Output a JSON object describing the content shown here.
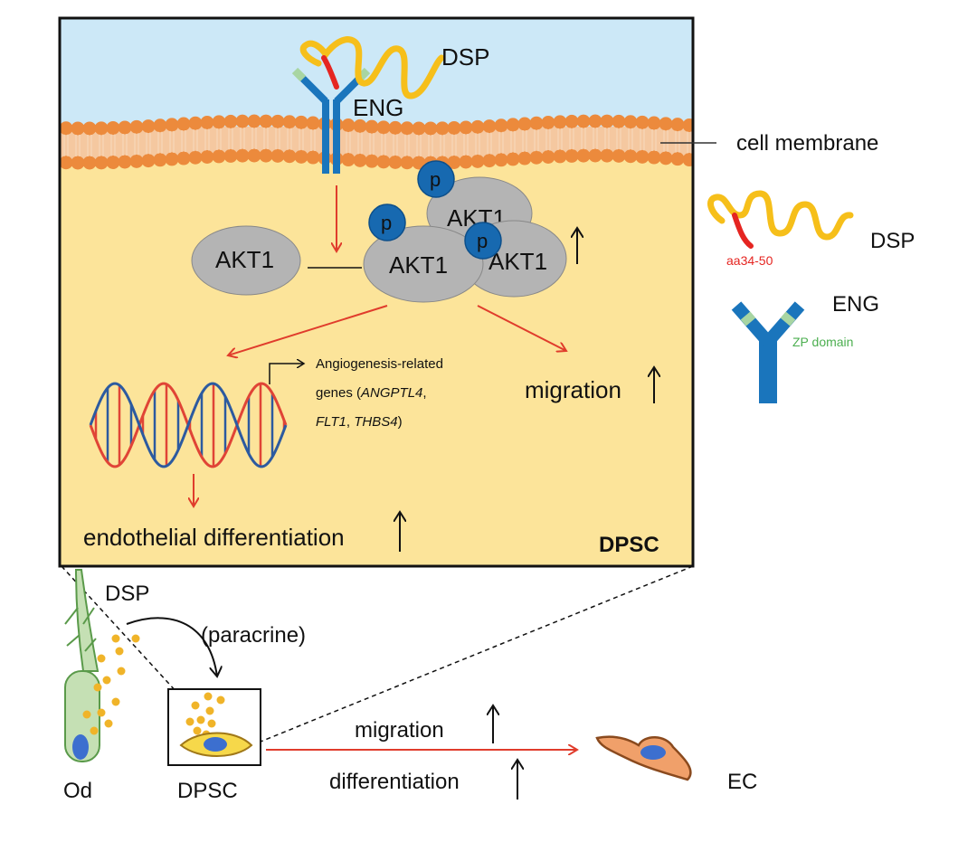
{
  "labels": {
    "dsp_top": "DSP",
    "eng_top": "ENG",
    "cell_membrane": "cell membrane",
    "akt1_free": "AKT1",
    "akt1_a": "AKT1",
    "akt1_b": "AKT1",
    "akt1_c": "AKT1",
    "p1": "p",
    "p2": "p",
    "p3": "p",
    "genes_line1": "Angiogenesis-related",
    "genes_line2_pre": "genes (",
    "genes_angptl4": "ANGPTL4",
    "genes_comma1": ",",
    "genes_flt1": "FLT1",
    "genes_comma2": ", ",
    "genes_thbs4": "THBS4",
    "genes_close": ")",
    "migration_inner": "migration",
    "endothelial": "endothelial differentiation",
    "dpsc_box": "DPSC",
    "legend_dsp": "DSP",
    "legend_aa": "aa34-50",
    "legend_eng": "ENG",
    "legend_zp": "ZP domain",
    "dsp_bottom": "DSP",
    "paracrine": "(paracrine)",
    "od": "Od",
    "dpsc_bottom": "DPSC",
    "migration_bottom": "migration",
    "differentiation_bottom": "differentiation",
    "ec": "EC"
  },
  "colors": {
    "extracellular": "#cce8f7",
    "cytoplasm": "#fce49a",
    "membrane_bead": "#ec8a3c",
    "receptor_blue": "#1a75bc",
    "zp_green": "#a8d5a2",
    "dsp_yellow": "#f6bf1a",
    "dsp_red": "#e52521",
    "akt_gray": "#b4b4b4",
    "phospho_blue": "#1769b0",
    "arrow_red": "#e03c2c",
    "dna_red": "#e04436",
    "dna_blue": "#2c5aa0",
    "odontoblast_green": "#c5e0b4",
    "ec_orange": "#f0a06a",
    "zp_text": "#4caf50",
    "aa_text": "#e52521"
  }
}
